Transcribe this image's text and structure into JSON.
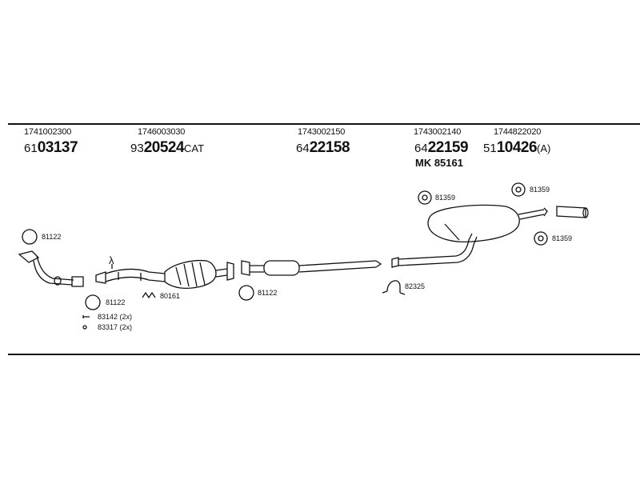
{
  "columns": [
    {
      "ref": "1741002300",
      "prefix": "61",
      "big": "03137",
      "suffix": ""
    },
    {
      "ref": "1746003030",
      "prefix": "93",
      "big": "20524",
      "suffix": "CAT"
    },
    {
      "ref": "1743002150",
      "prefix": "64",
      "big": "22158",
      "suffix": ""
    },
    {
      "ref": "1743002140",
      "prefix": "64",
      "big": "22159",
      "suffix": "",
      "extra": "MK  85161"
    },
    {
      "ref": "1744822020",
      "prefix": "51",
      "big": "10426",
      "suffix": "(A)"
    }
  ],
  "callouts": {
    "ring_left": "81122",
    "ring_left_low": "81122",
    "clamp_mid": "80161",
    "ring_mid": "81122",
    "bolt": "83142 (2x)",
    "nut": "83317 (2x)",
    "rear_hanger_1": "81359",
    "rear_hanger_2": "81359",
    "rear_hanger_3": "81359",
    "clamp_rear": "82325"
  },
  "lambda_symbol": "λ"
}
